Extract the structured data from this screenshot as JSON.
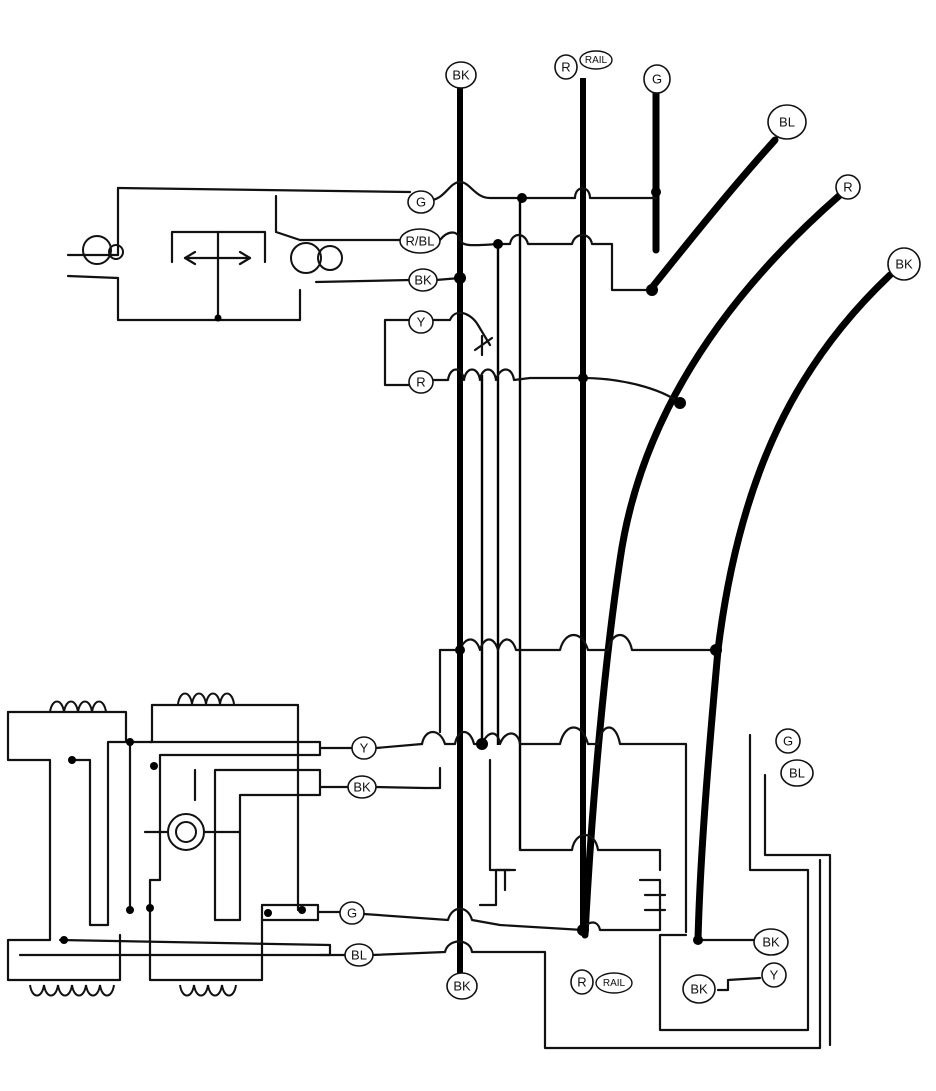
{
  "labels": {
    "bk_top": "BK",
    "r_top": "R",
    "rail_top": "RAIL",
    "g_top": "G",
    "bl_top": "BL",
    "r_right": "R",
    "bk_right": "BK",
    "g_left": "G",
    "rbl_left": "R/BL",
    "bk_left": "BK",
    "y_left": "Y",
    "r_left": "R",
    "y_lower": "Y",
    "bk_lower": "BK",
    "g_bottom": "G",
    "bl_bottom": "BL",
    "bk_bottom": "BK",
    "r_bottom": "R",
    "rail_bottom": "RAIL",
    "g_corner": "G",
    "bl_corner": "BL",
    "bk_corner1": "BK",
    "bk_corner2": "BK",
    "y_corner": "Y"
  }
}
